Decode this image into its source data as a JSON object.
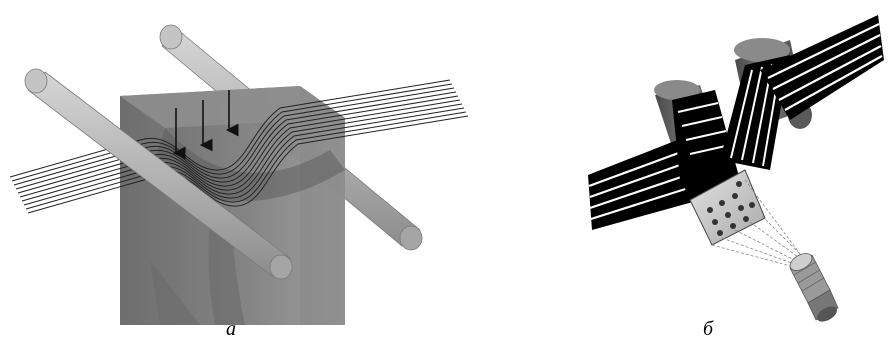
{
  "figure": {
    "panel_a": {
      "caption": "а"
    },
    "panel_b": {
      "caption": "б"
    }
  },
  "colors": {
    "block": "#7a7a7a",
    "block_dark": "#5f5f5f",
    "rod": "#b8b8b8",
    "wire_a": "#2a2a2a",
    "wire_b": "#000000",
    "emitter_face": "#c9c9c9",
    "beam": "#8a8a8a"
  },
  "icons": {
    "panel_a": "fiber-bending-block",
    "panel_b": "fiber-bundle-light-source"
  }
}
